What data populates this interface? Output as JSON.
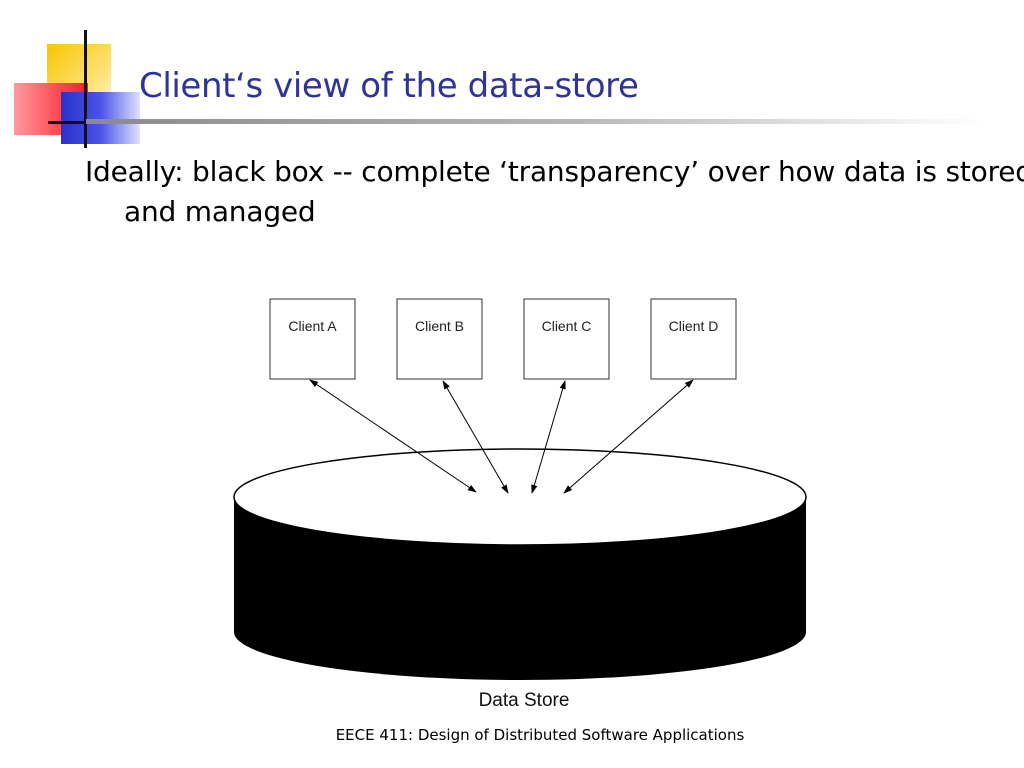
{
  "slide": {
    "title": "Client‘s view of the data-store",
    "bullet": "Ideally: black box -- complete ‘transparency’ over how data is stored and managed",
    "footer": "EECE 411: Design of Distributed Software Applications"
  },
  "diagram": {
    "clients": [
      "Client A",
      "Client B",
      "Client C",
      "Client D"
    ],
    "store_label": "Data Store",
    "colors": {
      "store_body": "#000000",
      "store_top": "#ffffff",
      "box_border": "#333333",
      "title": "#2e3498"
    }
  }
}
